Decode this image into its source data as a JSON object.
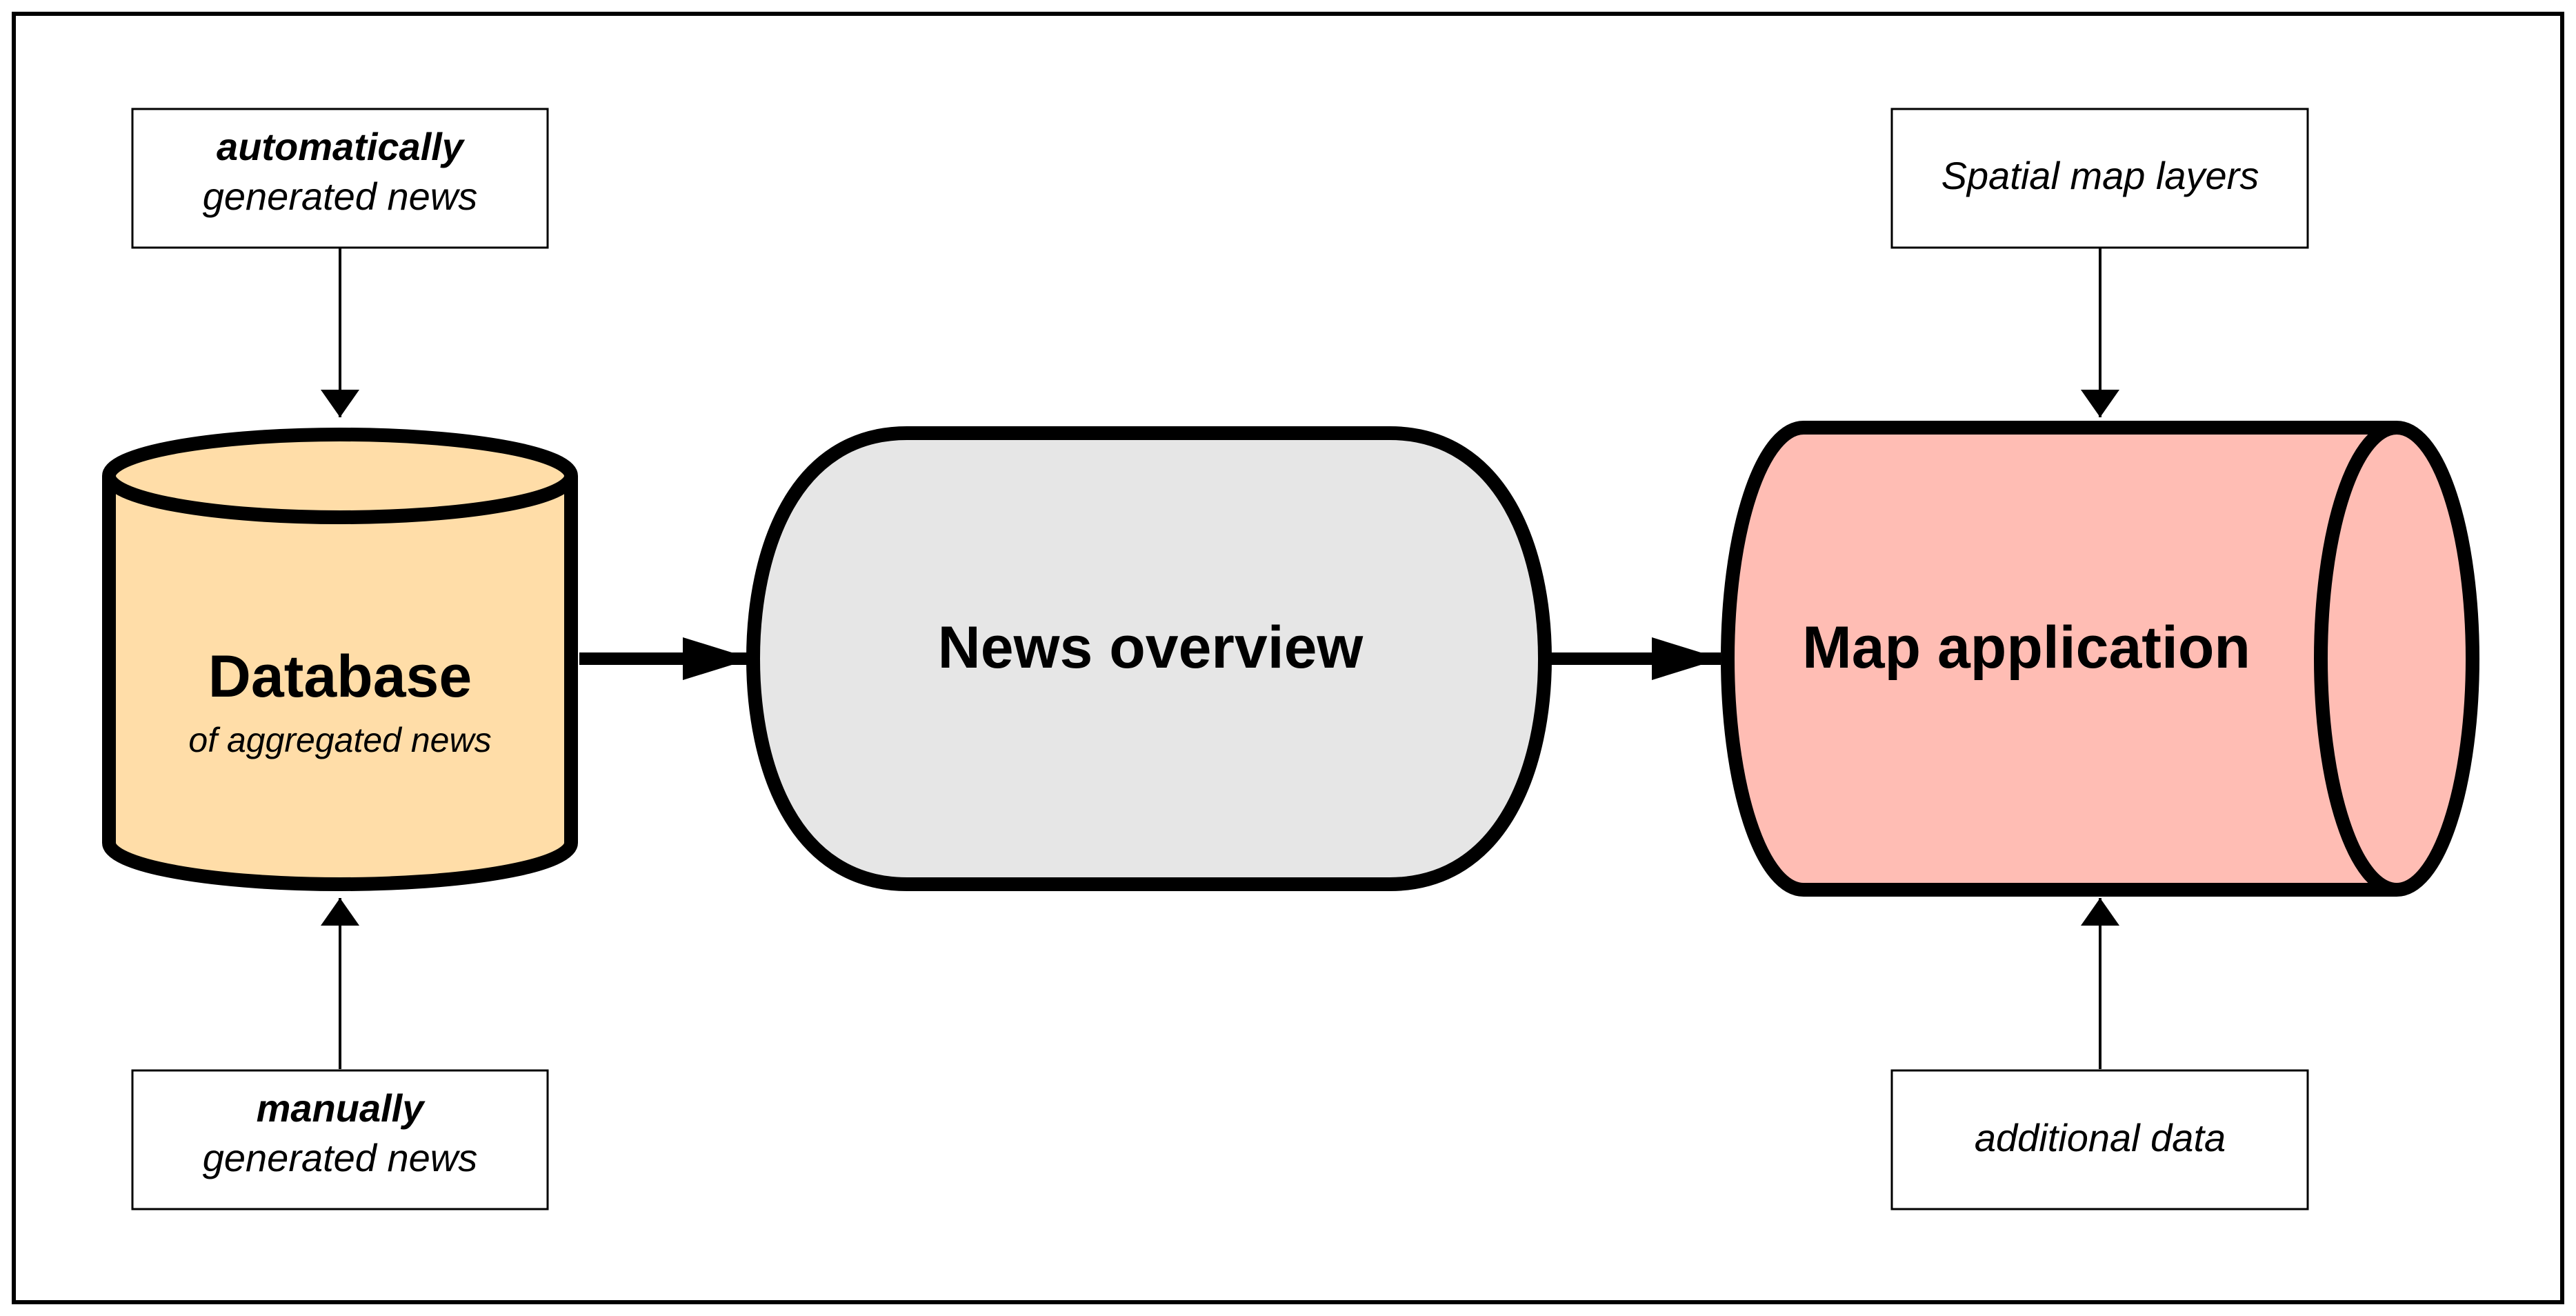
{
  "colors": {
    "database_fill": "#FFDDA8",
    "overview_fill": "#E6E6E6",
    "map_fill": "#FFBDB4",
    "stroke": "#000000",
    "background": "#FFFFFF"
  },
  "nodes": {
    "auto_news": {
      "line1": "automatically",
      "line2": "generated news"
    },
    "manual_news": {
      "line1": "manually",
      "line2": "generated news"
    },
    "spatial_layers": {
      "label": "Spatial map layers"
    },
    "additional_data": {
      "label": "additional data"
    },
    "database": {
      "title": "Database",
      "subtitle": "of aggregated news"
    },
    "news_overview": {
      "title": "News overview"
    },
    "map_application": {
      "title": "Map application"
    }
  },
  "edges": [
    {
      "from": "auto_news",
      "to": "database"
    },
    {
      "from": "manual_news",
      "to": "database"
    },
    {
      "from": "database",
      "to": "news_overview"
    },
    {
      "from": "news_overview",
      "to": "map_application"
    },
    {
      "from": "spatial_layers",
      "to": "map_application"
    },
    {
      "from": "additional_data",
      "to": "map_application"
    }
  ]
}
